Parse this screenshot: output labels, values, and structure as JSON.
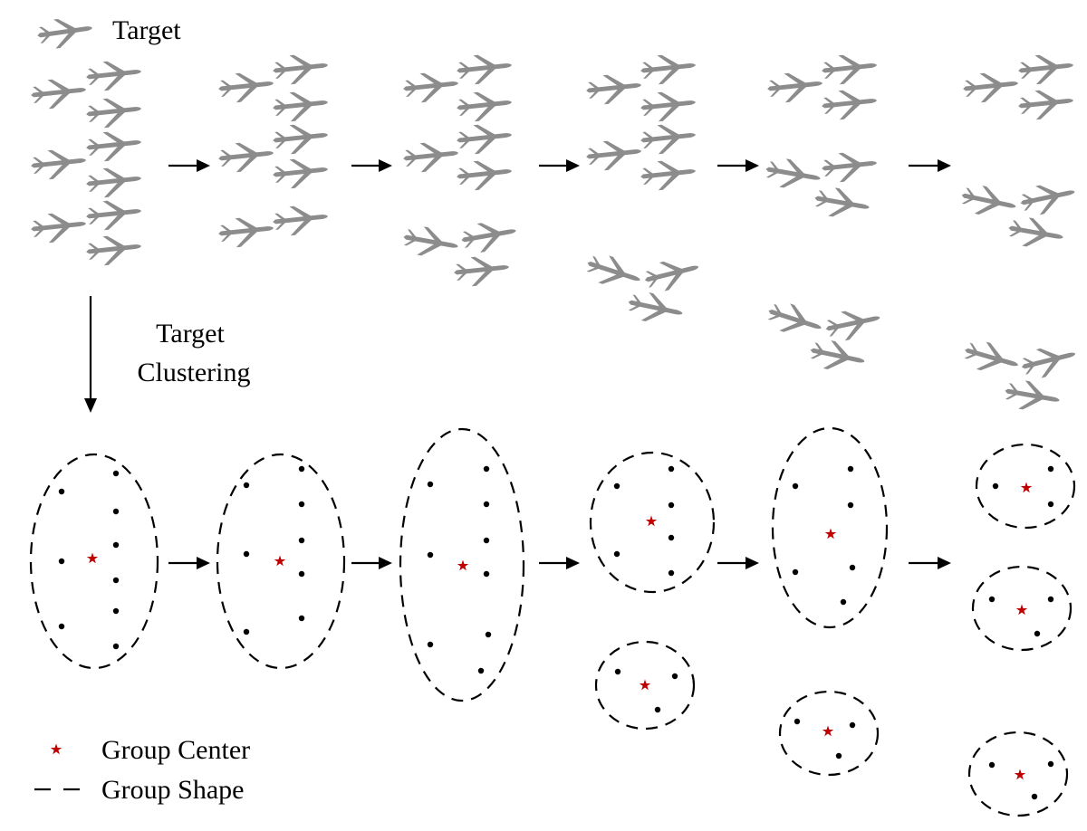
{
  "legend": {
    "target_label": "Target",
    "target_icon": "airplane-icon",
    "group_center_label": "Group Center",
    "group_center_icon": "red-star-icon",
    "group_shape_label": "Group Shape",
    "group_shape_icon": "dashed-line-icon"
  },
  "clustering_label": {
    "line1": "Target",
    "line2": "Clustering"
  },
  "colors": {
    "target": "#8c8c8c",
    "group_center": "#c00000",
    "member": "#000000",
    "group_shape": "#000000"
  },
  "stages": [
    {
      "targets": 9,
      "groups": [
        {
          "members": 9
        }
      ]
    },
    {
      "targets": 8,
      "groups": [
        {
          "members": 8
        }
      ]
    },
    {
      "targets": 9,
      "groups": [
        {
          "members": 9
        }
      ]
    },
    {
      "targets": 9,
      "groups": [
        {
          "members": 6
        },
        {
          "members": 3
        }
      ]
    },
    {
      "targets": 9,
      "groups": [
        {
          "members": 6
        },
        {
          "members": 3
        }
      ]
    },
    {
      "targets": 9,
      "groups": [
        {
          "members": 3
        },
        {
          "members": 3
        },
        {
          "members": 3
        }
      ]
    }
  ]
}
